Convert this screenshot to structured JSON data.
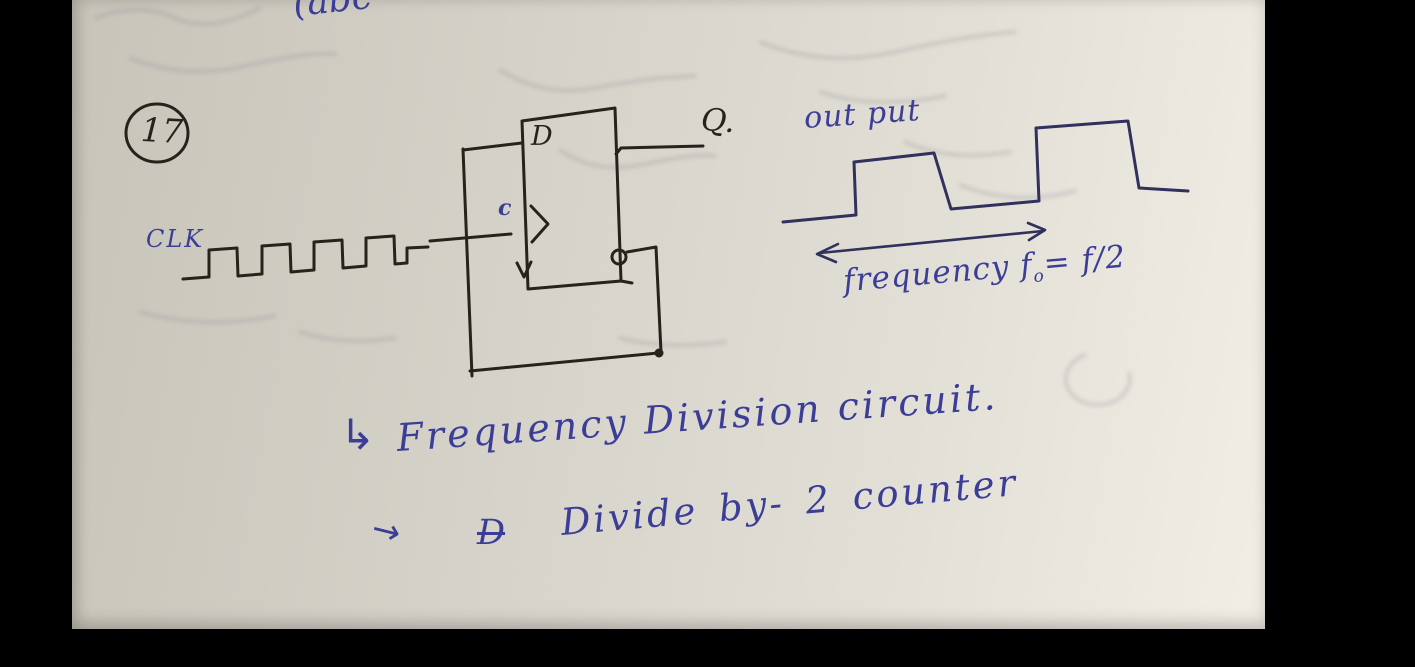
{
  "colors": {
    "background": "#000000",
    "paper_left": "#c7c4b9",
    "paper_right": "#f1eee6",
    "black_ink": "#28221d",
    "blue_ink": "#3b3d96",
    "navy_ink": "#30315c"
  },
  "page": {
    "top_fragment": "(abc",
    "question_number": "17",
    "clk_label": "CLK",
    "flip_flop": {
      "d_input_label": "D",
      "clock_input_label": "c",
      "output_label": "Q."
    },
    "output": {
      "label": "out put",
      "frequency_word": "frequency",
      "frequency_symbol": "f",
      "frequency_subscript": "o",
      "frequency_equals": "=",
      "frequency_value": "f/2"
    },
    "captions": [
      {
        "arrow": "↳",
        "text": "Frequency Division circuit."
      },
      {
        "arrow": "→",
        "struck_letter": "D",
        "text": "Divide by- 2 counter"
      }
    ]
  }
}
